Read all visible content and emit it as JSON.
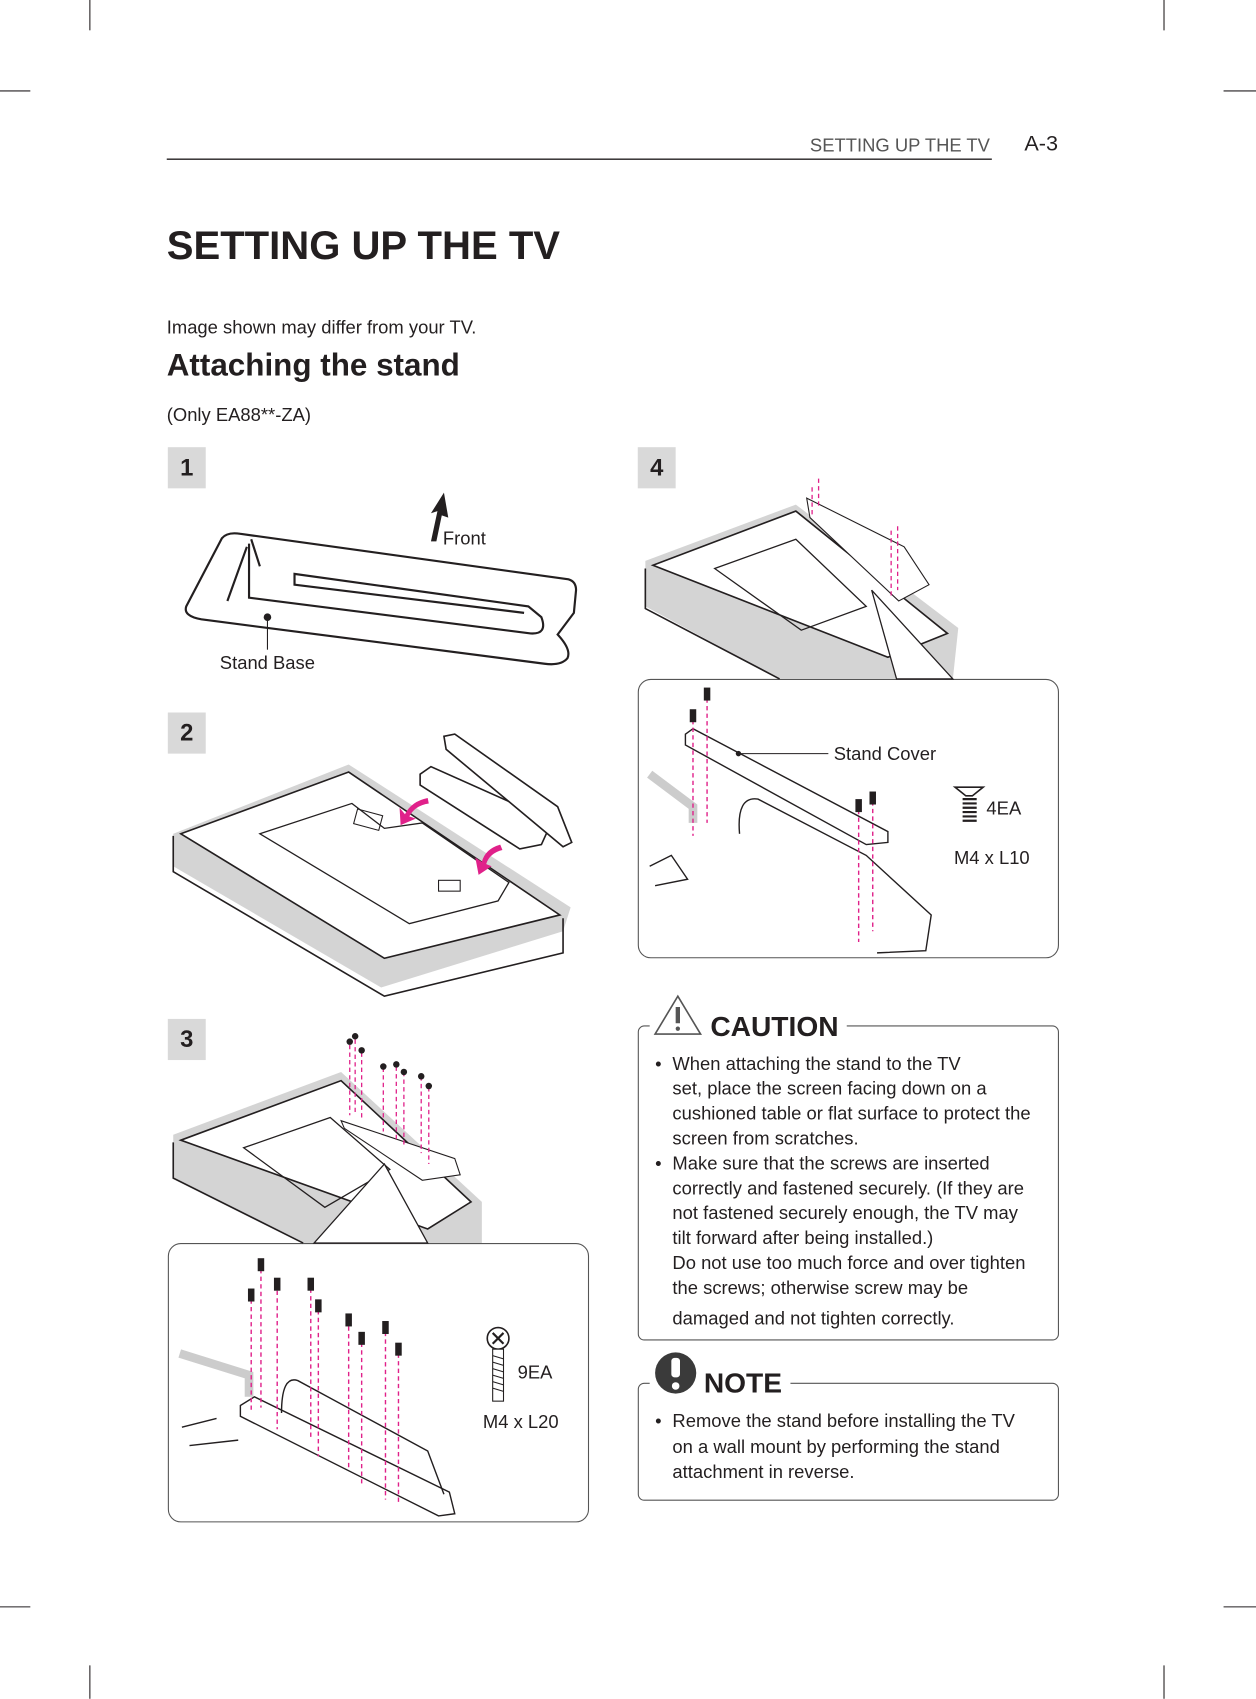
{
  "header": {
    "section": "SETTING UP THE TV",
    "page": "A-3"
  },
  "title": "SETTING UP THE TV",
  "disclaimer": "Image shown may differ from your TV.",
  "subtitle": "Attaching the stand",
  "model_note": "(Only EA88**-ZA)",
  "steps": [
    {
      "number": "1",
      "labels": {
        "front": "Front",
        "stand_base": "Stand Base"
      }
    },
    {
      "number": "2"
    },
    {
      "number": "3",
      "screw_count": "9EA",
      "screw_size": "M4 x L20"
    },
    {
      "number": "4",
      "labels": {
        "stand_cover": "Stand Cover"
      },
      "screw_count": "4EA",
      "screw_size": "M4 x L10"
    }
  ],
  "caution": {
    "heading": "CAUTION",
    "lines": [
      "When attaching the stand to the TV",
      "set, place the screen facing down on a",
      "cushioned table or flat surface to protect the",
      "screen from scratches.",
      "Make sure that the screws are inserted",
      "correctly and fastened securely. (If they are",
      "not fastened securely enough, the TV may",
      "tilt forward after being installed.)",
      "Do not use too much force and over tighten",
      "the screws; otherwise screw may be",
      "damaged and not tighten correctly."
    ]
  },
  "note": {
    "heading": "NOTE",
    "lines": [
      "Remove the stand before installing the TV",
      "on a wall mount by performing the stand",
      "attachment in reverse."
    ]
  },
  "colors": {
    "accent": "#e0218a",
    "step_badge": "#d9d9d9",
    "text": "#231f20"
  }
}
